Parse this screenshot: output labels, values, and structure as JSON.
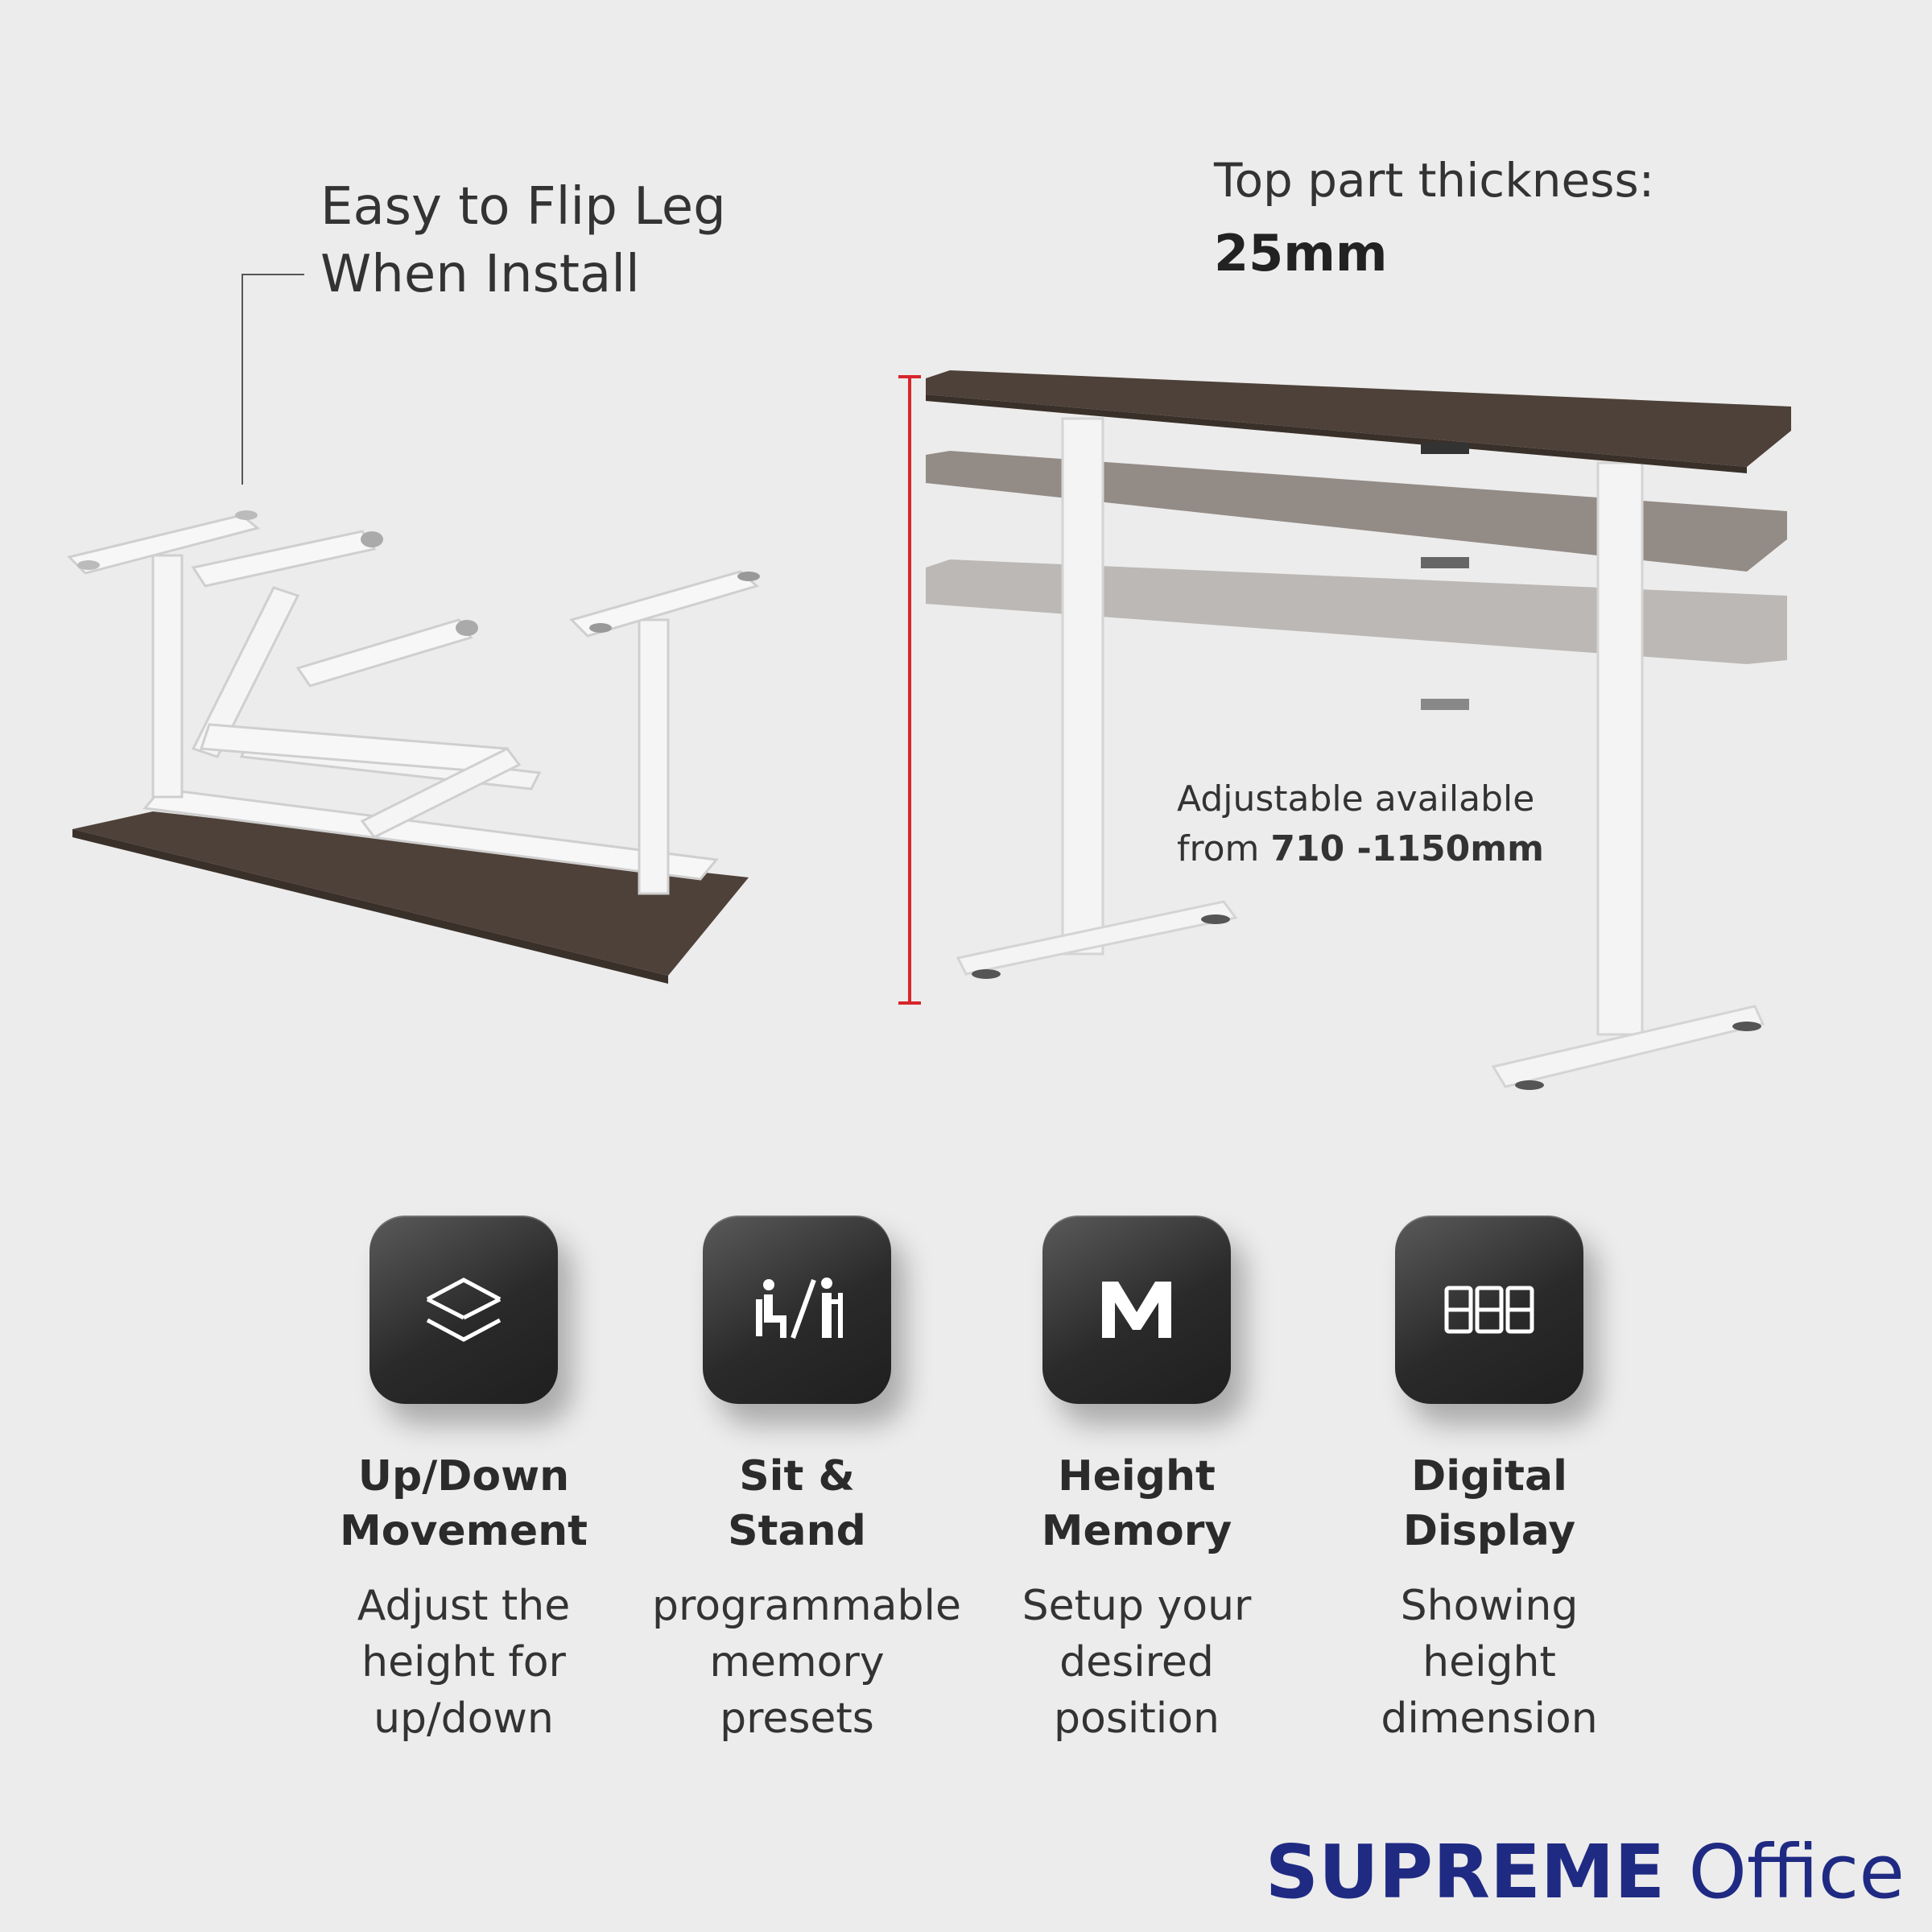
{
  "flip": {
    "line1": "Easy to Flip Leg",
    "line2": "When Install"
  },
  "thickness": {
    "label": "Top part thickness:",
    "value": "25mm"
  },
  "adjustable": {
    "line1": "Adjustable available",
    "line2_prefix": "from ",
    "line2_value": "710 -1150mm"
  },
  "features": [
    {
      "icon": "up-down-chevrons-icon",
      "title_line1": "Up/Down",
      "title_line2": "Movement",
      "desc": [
        "Adjust the",
        "height for",
        "up/down"
      ]
    },
    {
      "icon": "sit-stand-icon",
      "title_line1": "Sit &",
      "title_line2": "Stand",
      "desc": [
        "programmable",
        "memory",
        "presets"
      ]
    },
    {
      "icon": "memory-m-icon",
      "title_line1": "Height",
      "title_line2": "Memory",
      "desc": [
        "Setup your",
        "desired",
        "position"
      ]
    },
    {
      "icon": "digital-display-icon",
      "title_line1": "Digital",
      "title_line2": "Display",
      "desc": [
        "Showing",
        "height",
        "dimension"
      ]
    }
  ],
  "brand": {
    "bold": "SUPREME",
    "regular": " Office"
  },
  "colors": {
    "background": "#ececec",
    "wood": "#4e4139",
    "accent_red": "#d7262c",
    "brand_blue": "#1f2a83"
  }
}
